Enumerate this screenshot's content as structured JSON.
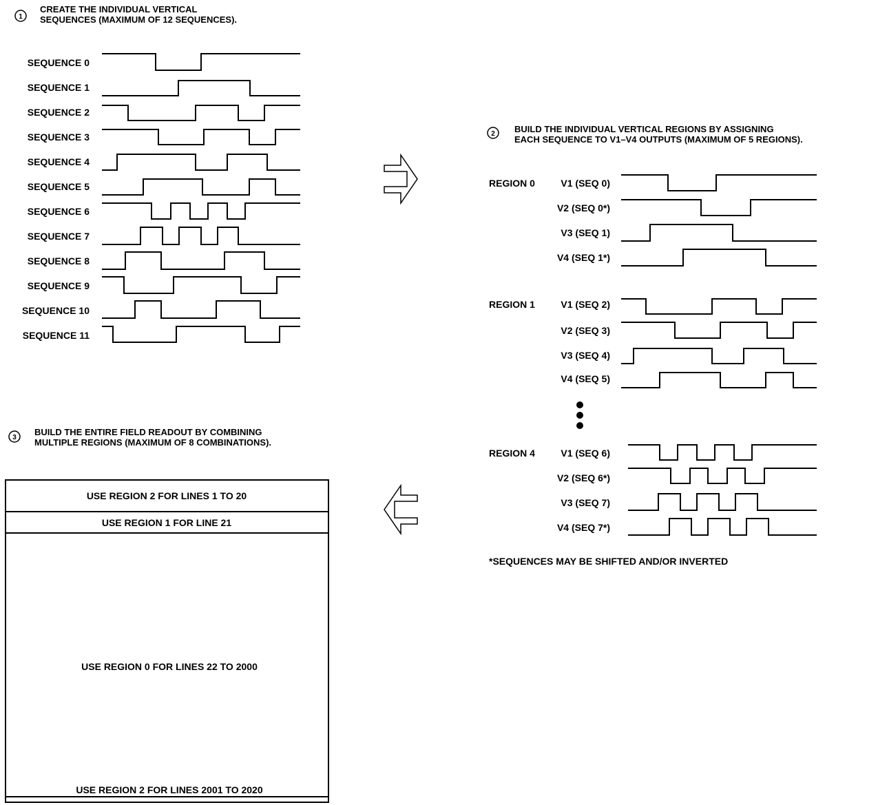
{
  "step1": {
    "badge": "1",
    "line1": "CREATE THE INDIVIDUAL VERTICAL",
    "line2": "SEQUENCES (MAXIMUM OF 12 SEQUENCES)."
  },
  "step2": {
    "badge": "2",
    "line1": "BUILD THE INDIVIDUAL VERTICAL REGIONS BY ASSIGNING",
    "line2": "EACH SEQUENCE TO V1–V4 OUTPUTS (MAXIMUM OF 5 REGIONS)."
  },
  "step3": {
    "badge": "3",
    "line1": "BUILD THE ENTIRE FIELD READOUT BY COMBINING",
    "line2": "MULTIPLE REGIONS (MAXIMUM OF 8 COMBINATIONS)."
  },
  "sequences": [
    {
      "label": "SEQUENCE 0"
    },
    {
      "label": "SEQUENCE 1"
    },
    {
      "label": "SEQUENCE 2"
    },
    {
      "label": "SEQUENCE 3"
    },
    {
      "label": "SEQUENCE 4"
    },
    {
      "label": "SEQUENCE 5"
    },
    {
      "label": "SEQUENCE 6"
    },
    {
      "label": "SEQUENCE 7"
    },
    {
      "label": "SEQUENCE 8"
    },
    {
      "label": "SEQUENCE 9"
    },
    {
      "label": "SEQUENCE 10"
    },
    {
      "label": "SEQUENCE 11"
    }
  ],
  "regions": [
    {
      "name": "REGION 0",
      "outputs": [
        {
          "label": "V1 (SEQ 0)"
        },
        {
          "label": "V2 (SEQ 0*)"
        },
        {
          "label": "V3 (SEQ 1)"
        },
        {
          "label": "V4 (SEQ 1*)"
        }
      ]
    },
    {
      "name": "REGION 1",
      "outputs": [
        {
          "label": "V1 (SEQ 2)"
        },
        {
          "label": "V2 (SEQ 3)"
        },
        {
          "label": "V3 (SEQ 4)"
        },
        {
          "label": "V4 (SEQ 5)"
        }
      ]
    },
    {
      "name": "REGION 4",
      "outputs": [
        {
          "label": "V1 (SEQ 6)"
        },
        {
          "label": "V2 (SEQ 6*)"
        },
        {
          "label": "V3 (SEQ 7)"
        },
        {
          "label": "V4 (SEQ 7*)"
        }
      ]
    }
  ],
  "footnote": "*SEQUENCES MAY BE SHIFTED AND/OR INVERTED",
  "field_readout": [
    "USE REGION 2 FOR LINES 1 TO 20",
    "USE REGION 1 FOR LINE 21",
    "USE REGION 0 FOR LINES 22 TO 2000",
    "USE REGION 2 FOR LINES 2001 TO 2020"
  ]
}
